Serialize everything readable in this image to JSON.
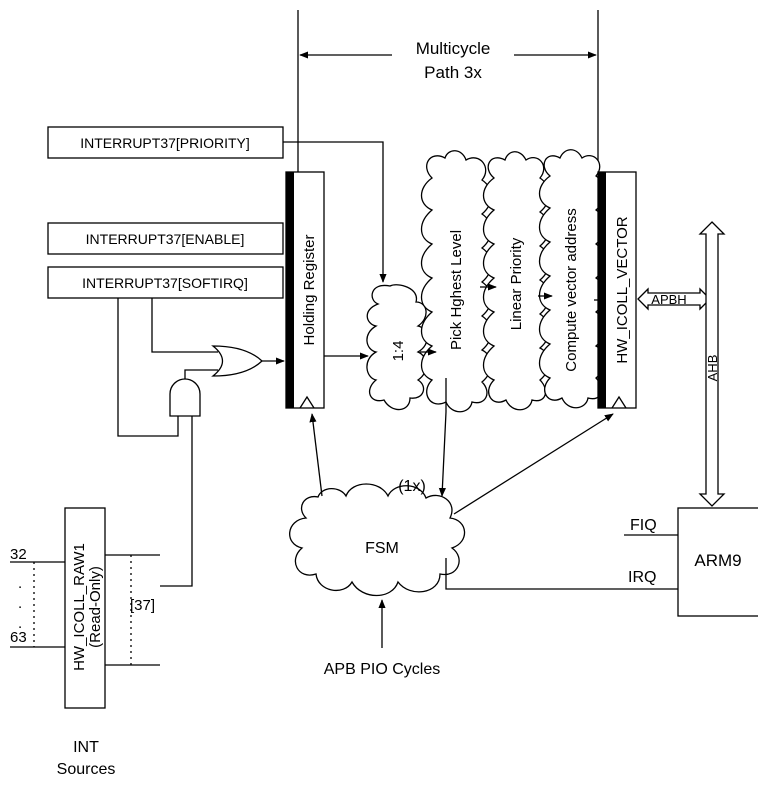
{
  "multicycle_path": {
    "line1": "Multicycle",
    "line2": "Path 3x"
  },
  "registers": {
    "priority": "INTERRUPT37[PRIORITY]",
    "enable": "INTERRUPT37[ENABLE]",
    "softirq": "INTERRUPT37[SOFTIRQ]"
  },
  "holding_register": "Holding Register",
  "ratio_cloud": "1:4",
  "pick_highest_level": "Pick Hghest Level",
  "linear_priority": "Linear Priority",
  "compute_vector_address": "Compute vector address",
  "hw_icoll_vector": "HW_ICOLL_VECTOR",
  "apbh": "APBH",
  "ahb": "AHB",
  "fsm": {
    "label": "FSM",
    "rate": "(1x)"
  },
  "apb_pio_cycles": "APB PIO Cycles",
  "arm9": {
    "label": "ARM9",
    "fiq": "FIQ",
    "irq": "IRQ"
  },
  "raw_register": {
    "line1": "HW_ICOLL_RAW1",
    "line2": "(Read-Only)"
  },
  "source_range": {
    "start": "32",
    "end": "63",
    "selected": "[37]"
  },
  "int_sources": {
    "line1": "INT",
    "line2": "Sources"
  }
}
